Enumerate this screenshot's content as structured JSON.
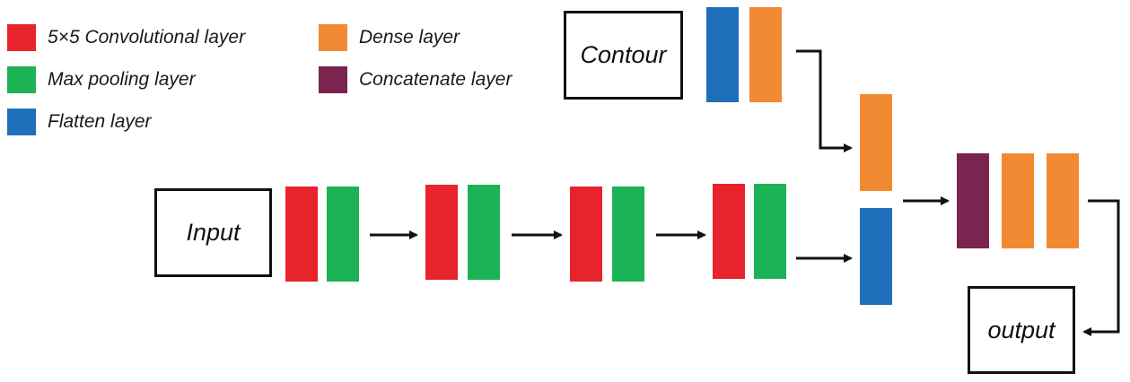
{
  "colors": {
    "conv": "#e8232b",
    "pool": "#1bb356",
    "flatten": "#1f6fba",
    "dense": "#f28a33",
    "concat": "#7b2450"
  },
  "legend": [
    {
      "label": "5×5 Convolutional layer",
      "color_key": "conv"
    },
    {
      "label": "Max pooling layer",
      "color_key": "pool"
    },
    {
      "label": "Flatten layer",
      "color_key": "flatten"
    },
    {
      "label": "Dense layer",
      "color_key": "dense"
    },
    {
      "label": "Concatenate layer",
      "color_key": "concat"
    }
  ],
  "nodes": {
    "input": "Input",
    "contour": "Contour",
    "output": "output"
  }
}
